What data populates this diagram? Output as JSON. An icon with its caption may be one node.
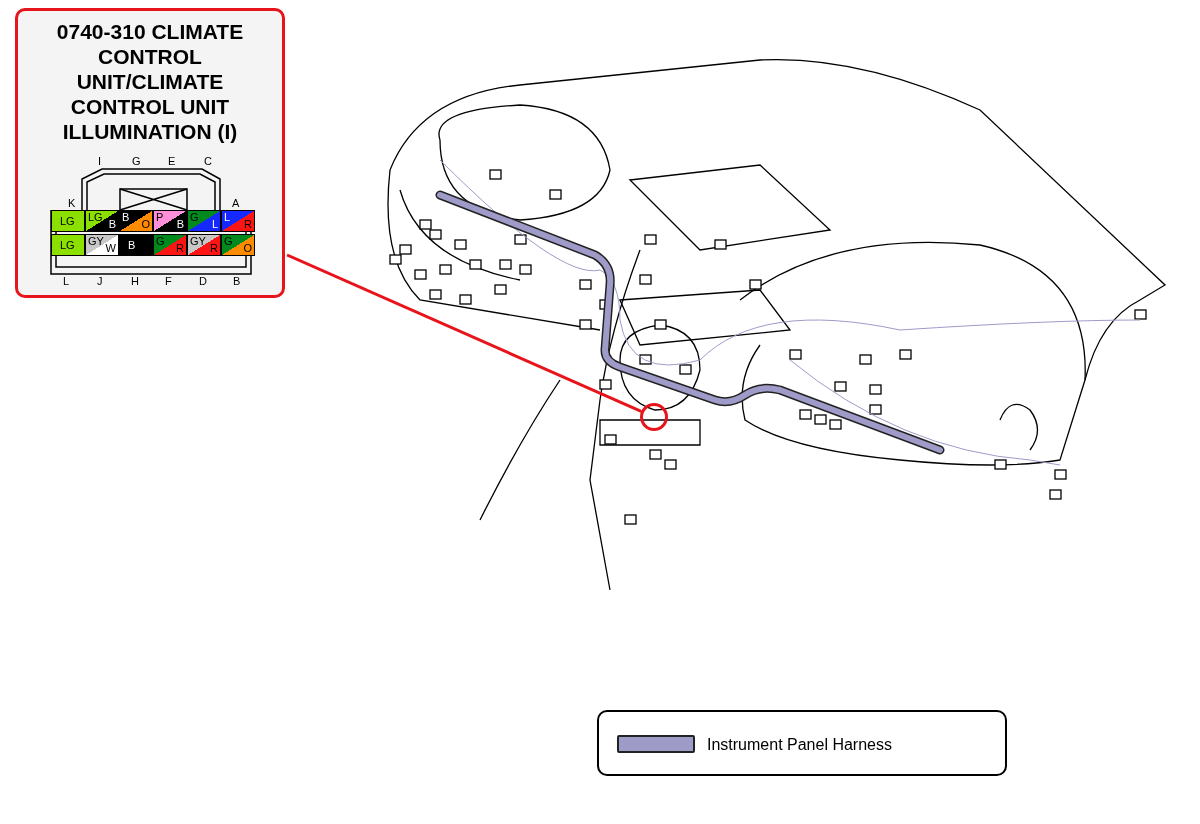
{
  "diagram": {
    "nodes": [
      {
        "text": [
          "0740-310 CLIMATE CONTROL UNIT/CLIMATE CONTROL UNIT ILLUMINATION (I)"
        ]
      },
      {
        "text": [],
        "shape": "circle"
      }
    ],
    "edges": [
      {
        "from": 0,
        "to": 1,
        "arrow": "none"
      }
    ],
    "labels": [
      "I",
      "G",
      "E",
      "C",
      "K",
      "A",
      "LG",
      "LG",
      "B",
      "B",
      "O",
      "P",
      "B",
      "G",
      "L",
      "L",
      "R",
      "LG",
      "GY",
      "W",
      "B",
      "G",
      "R",
      "GY",
      "R",
      "G",
      "O",
      "L",
      "J",
      "H",
      "F",
      "D",
      "B"
    ],
    "legend": [
      {
        "text": "Instrument Panel Harness",
        "color": "#9f9bc9"
      }
    ]
  }
}
